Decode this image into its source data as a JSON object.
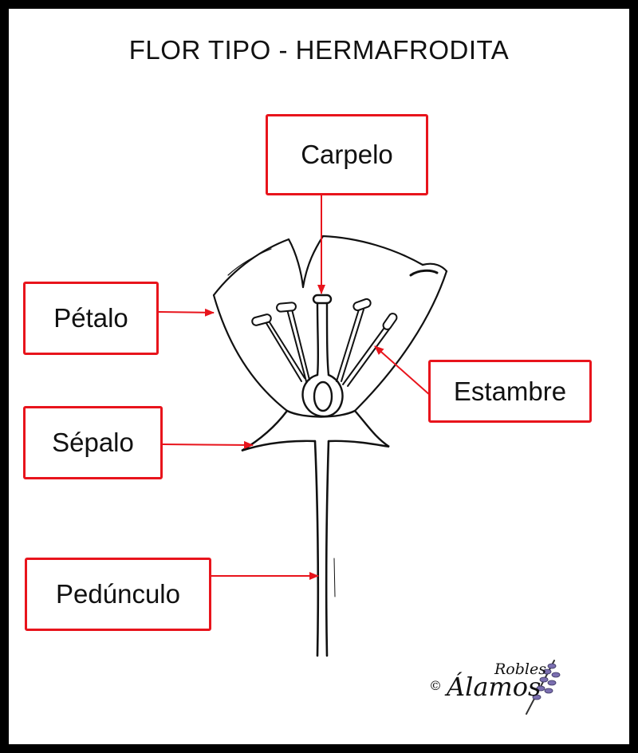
{
  "title": "FLOR TIPO - HERMAFRODITA",
  "labels": {
    "carpelo": "Carpelo",
    "petalo": "Pétalo",
    "estambre": "Estambre",
    "sepalo": "Sépalo",
    "pedunculo": "Pedúnculo"
  },
  "signature": {
    "copyright": "©",
    "surname_1": "Álamos",
    "surname_2": "Robles"
  },
  "colors": {
    "label_border": "#e8141c",
    "arrow": "#e8141c",
    "ink": "#111111",
    "frame": "#000000"
  }
}
